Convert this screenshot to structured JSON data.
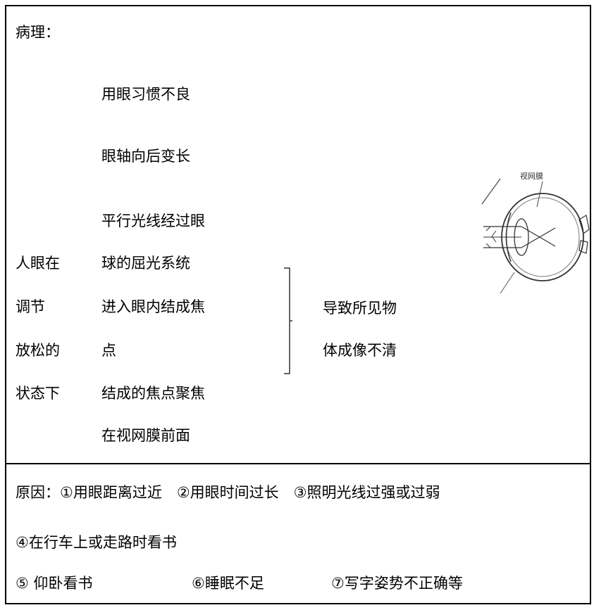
{
  "pathology_label": "病理：",
  "causal_chain": {
    "step1": "用眼习惯不良",
    "step2": "眼轴向后变长",
    "step3_lines": [
      "平行光线经过眼",
      "球的屈光系统",
      "进入眼内结成焦",
      "点",
      "结成的焦点聚焦",
      "在视网膜前面"
    ],
    "condition_lines": [
      "人眼在",
      "调节",
      "放松的",
      "状态下"
    ],
    "result_lines": [
      "导致所见物",
      "体成像不清"
    ]
  },
  "diagram": {
    "retina_label": "视网膜",
    "icon": "eye-cross-section-icon"
  },
  "causes": {
    "line1": "原因：①用眼距离过近　②用眼时间过长　③照明光线过强或过弱",
    "line2": "④在行车上或走路时看书",
    "item5": "⑤ 仰卧看书",
    "item6": "⑥睡眠不足",
    "item7": "⑦写字姿势不正确等"
  }
}
